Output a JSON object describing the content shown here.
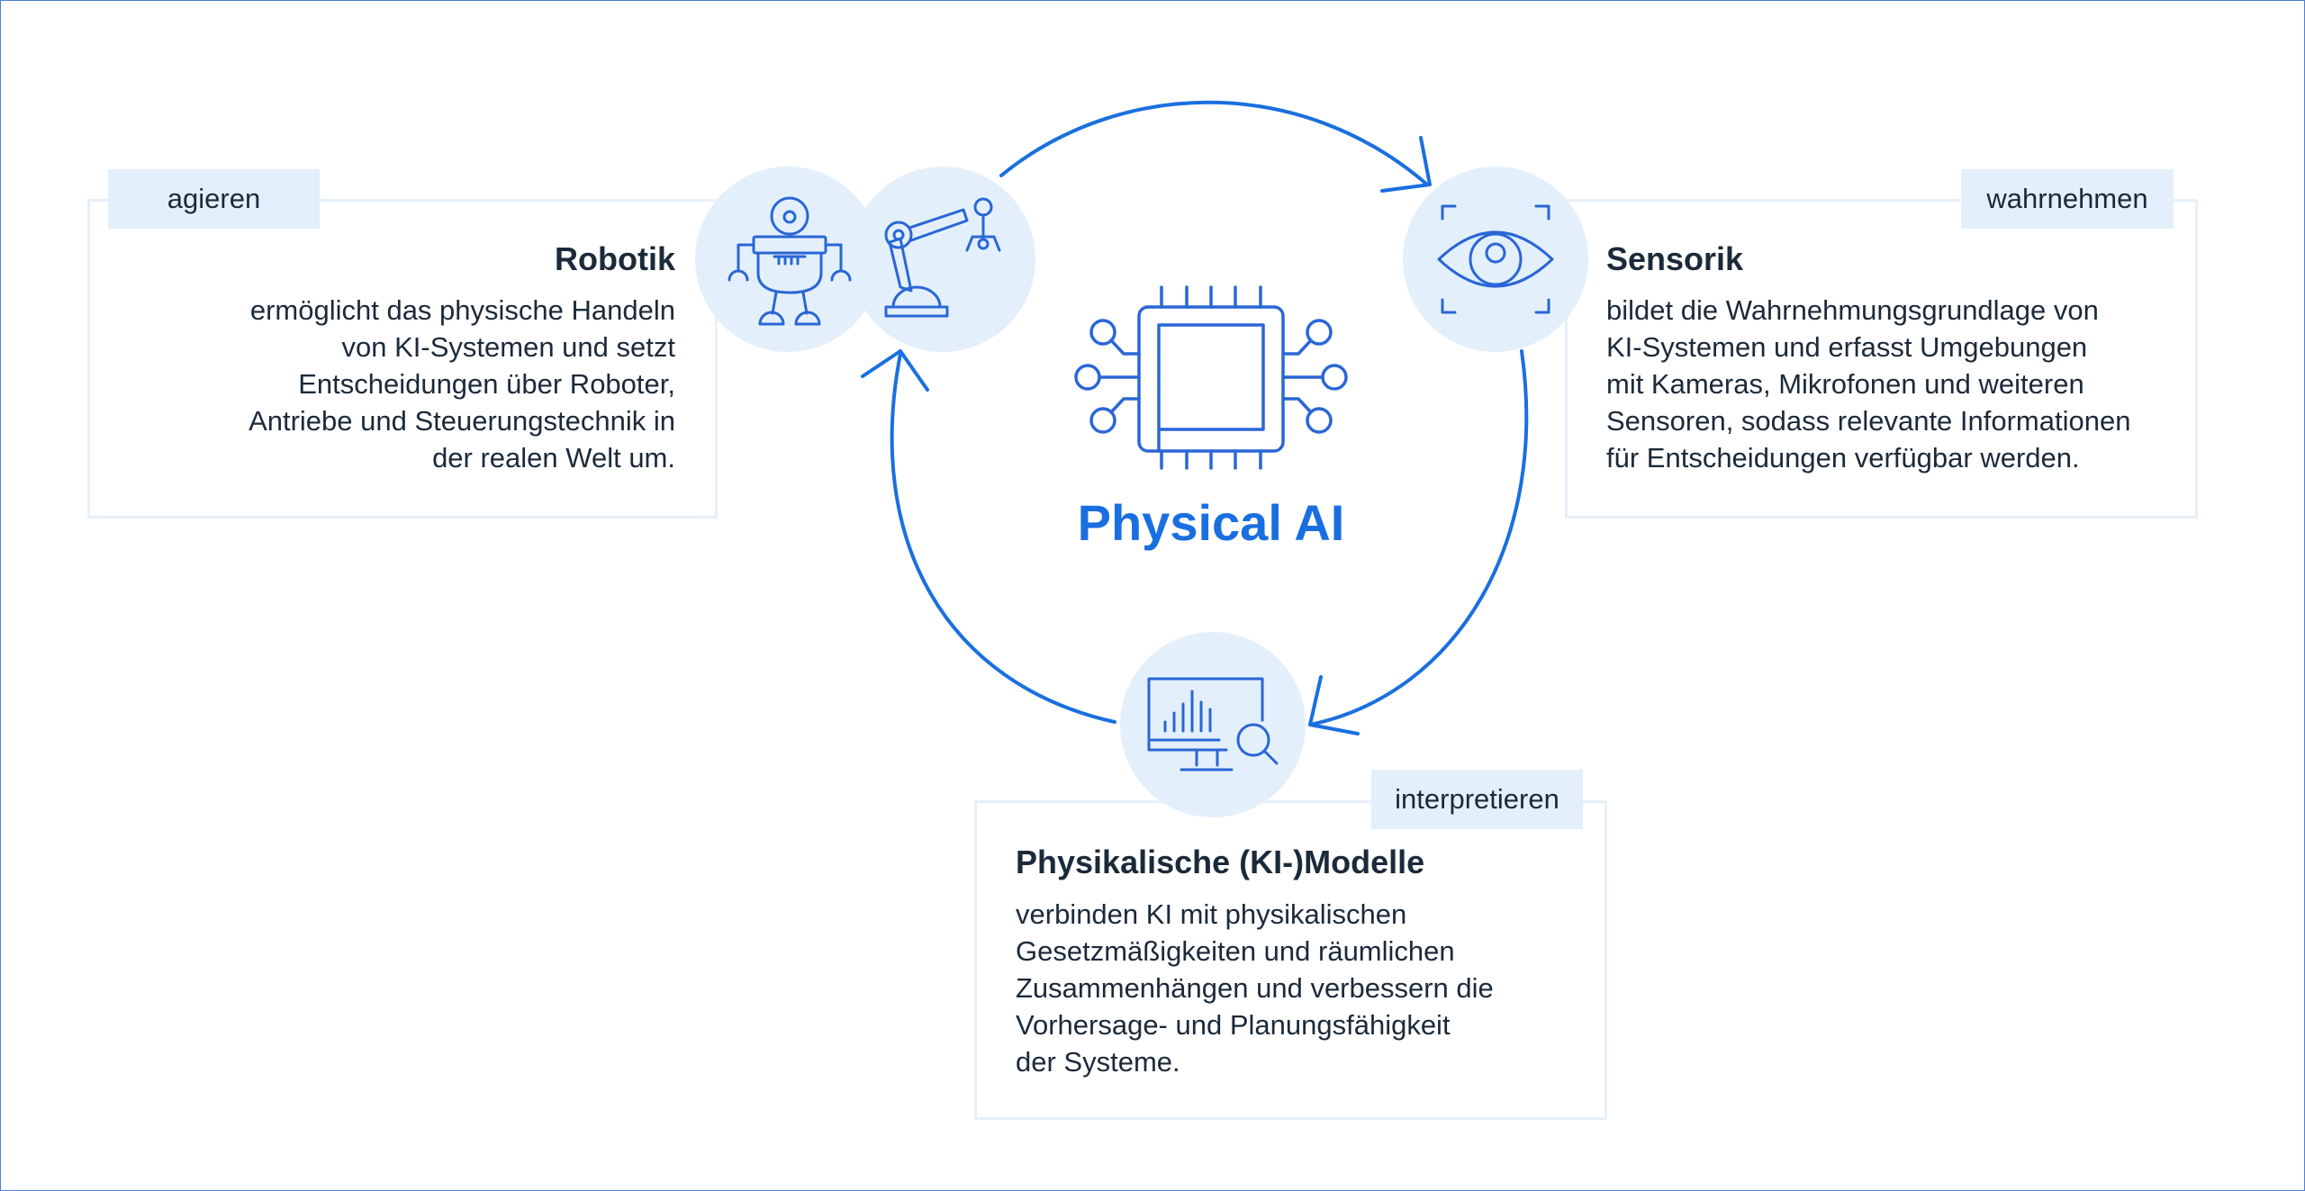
{
  "center": {
    "title": "Physical AI",
    "icon": "chip-icon"
  },
  "cards": {
    "robotik": {
      "tag": "agieren",
      "title": "Robotik",
      "lines": [
        "ermöglicht das physische Handeln",
        "von KI-Systemen und setzt",
        "Entscheidungen über Roboter,",
        "Antriebe und Steuerungstechnik in",
        "der realen Welt um."
      ],
      "icons": [
        "robot-icon",
        "robot-arm-icon"
      ]
    },
    "sensorik": {
      "tag": "wahrnehmen",
      "title": "Sensorik",
      "lines": [
        "bildet die Wahrnehmungsgrundlage von",
        "KI-Systemen und erfasst Umgebungen",
        "mit Kameras, Mikrofonen und weiteren",
        "Sensoren, sodass relevante Informationen",
        "für Entscheidungen verfügbar werden."
      ],
      "icons": [
        "eye-scan-icon"
      ]
    },
    "modelle": {
      "tag": "interpretieren",
      "title": "Physikalische (KI-)Modelle",
      "lines": [
        "verbinden KI mit physikalischen",
        "Gesetzmäßigkeiten und räumlichen",
        "Zusammenhängen und verbessern die",
        "Vorhersage- und Planungsfähigkeit",
        "der Systeme."
      ],
      "icons": [
        "monitor-chart-icon"
      ]
    }
  },
  "colors": {
    "accent": "#1a6fe0",
    "icon_stroke": "#2a66d6",
    "circle_fill": "#e3f0fb",
    "box_border": "#e6f0fa",
    "text": "#1b2a3a"
  }
}
